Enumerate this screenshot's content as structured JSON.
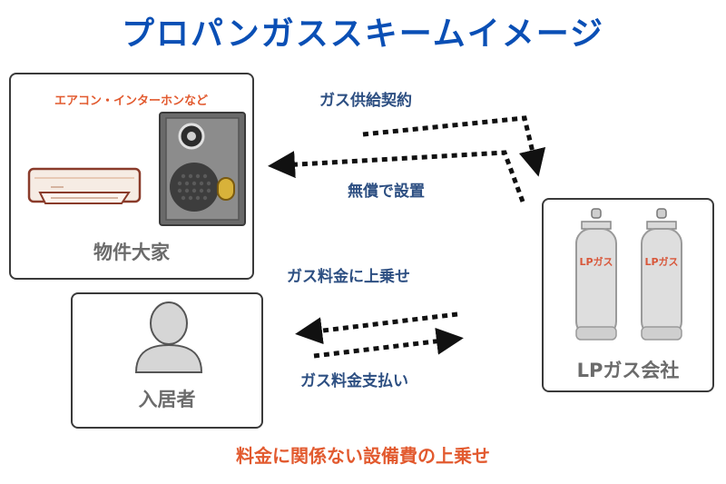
{
  "title": "プロパンガススキームイメージ",
  "owner": {
    "label": "物件大家",
    "appliances": "エアコン・インターホンなど"
  },
  "resident": {
    "label": "入居者"
  },
  "company": {
    "label": "LPガス会社",
    "tank_label": "LPガス"
  },
  "flows": {
    "contract": "ガス供給契約",
    "free_install": "無償で設置",
    "surcharge": "ガス料金に上乗せ",
    "payment": "ガス料金支払い"
  },
  "footer": "料金に関係ない設備費の上乗せ",
  "colors": {
    "title": "#0a4fb5",
    "accent": "#e25a2f",
    "flow_text": "#2d4f82",
    "box_border": "#3a3a3a",
    "label_gray": "#6b6b6b"
  }
}
